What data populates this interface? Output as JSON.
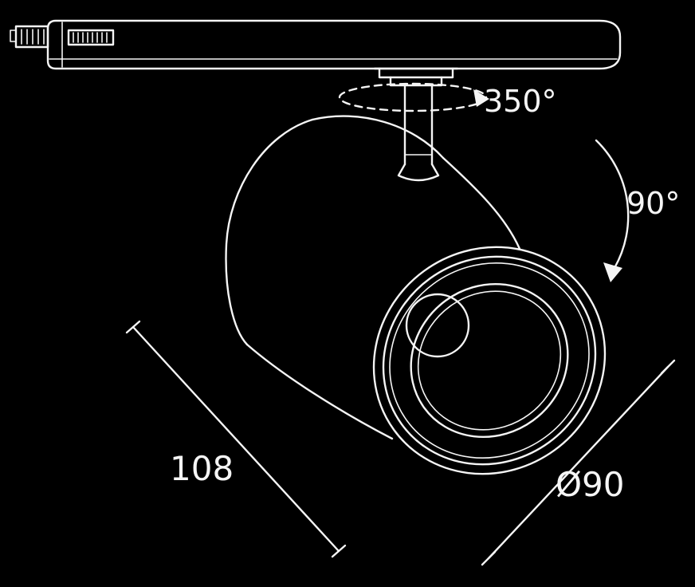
{
  "diagram": {
    "labels": {
      "rotation": "350°",
      "tilt": "90°",
      "length": "108",
      "diameter": "Ø90"
    }
  },
  "colors": {
    "background": "#000000",
    "line": "#f5f5f5"
  }
}
